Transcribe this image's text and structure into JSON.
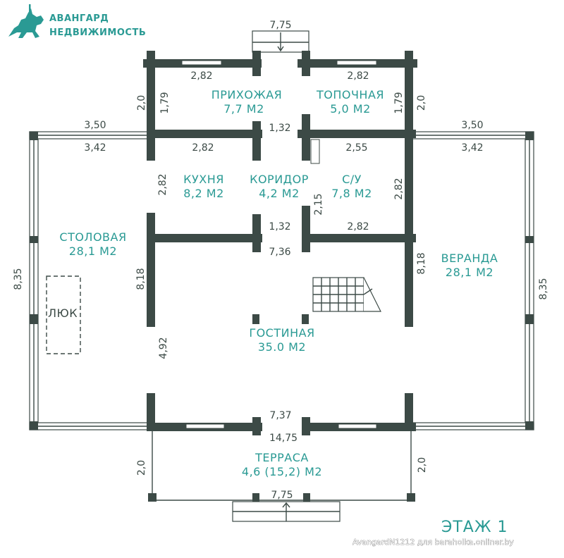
{
  "logo": {
    "line1": "АВАНГАРД",
    "line2": "НЕДВИЖИМОСТЬ",
    "icon": "knight-on-horse-icon",
    "color": "#2a9a94"
  },
  "floor_label": "ЭТАЖ 1",
  "watermark": "AvangardN1212 для baraholka.onliner.by",
  "rooms": {
    "hall": {
      "name": "ПРИХОЖАЯ",
      "area": "7,7 М2"
    },
    "boiler": {
      "name": "ТОПОЧНАЯ",
      "area": "5,0 М2"
    },
    "kitchen": {
      "name": "КУХНЯ",
      "area": "8,2 М2"
    },
    "corridor": {
      "name": "КОРИДОР",
      "area": "4,2 М2"
    },
    "bath": {
      "name": "С/У",
      "area": "7,8 М2"
    },
    "dining": {
      "name": "СТОЛОВАЯ",
      "area": "28,1 М2"
    },
    "veranda": {
      "name": "ВЕРАНДА",
      "area": "28,1 М2"
    },
    "living": {
      "name": "ГОСТИНАЯ",
      "area": "35.0 М2"
    },
    "terrace": {
      "name": "ТЕРРАСА",
      "area": "4,6 (15,2) М2"
    },
    "hatch": {
      "name": "ЛЮК"
    }
  },
  "dims": {
    "porch_top": "7,75",
    "hall_w": "2,82",
    "boiler_w": "2,82",
    "left_h1": "2,0",
    "left_h2": "1,79",
    "right_h1": "1,79",
    "right_h2": "2,0",
    "door_gap": "1,32",
    "left_outer": "3,50",
    "left_inner": "3,42",
    "right_outer": "3,50",
    "right_inner": "3,42",
    "kitchen_w": "2,82",
    "bath_w": "2,55",
    "kitchen_h": "2,82",
    "corr_h": "2,15",
    "bath_h": "2,82",
    "corr_gap": "1,32",
    "bath_bottom": "2,82",
    "mid_width": "7,36",
    "left_side": "8,35",
    "left_inner_h": "8,18",
    "right_inner_h": "8,18",
    "right_side": "8,35",
    "living_h": "4,92",
    "bottom_inner": "7,37",
    "total_w": "14,75",
    "terrace_left": "2,0",
    "terrace_right": "2,0",
    "porch_bottom": "7,75"
  }
}
